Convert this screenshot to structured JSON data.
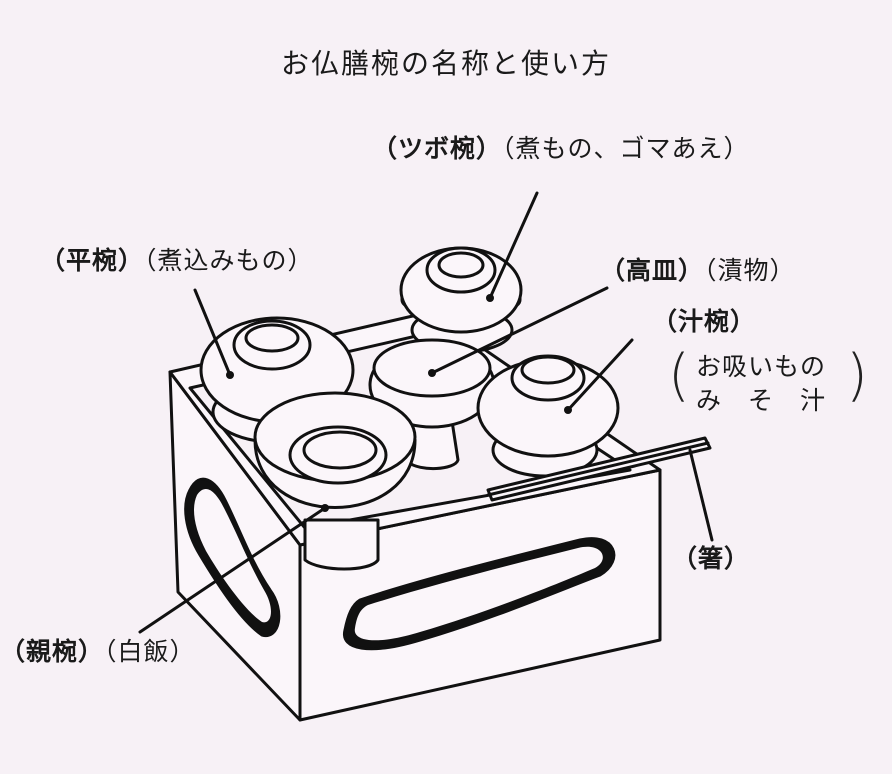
{
  "title": "お仏膳椀の名称と使い方",
  "labels": {
    "tsubo": {
      "name": "（ツボ椀）",
      "use": "（煮もの、ゴマあえ）"
    },
    "hira": {
      "name": "（平椀）",
      "use": "（煮込みもの）"
    },
    "takazara": {
      "name": "（高皿）",
      "use": "（漬物）"
    },
    "shiru": {
      "name": "（汁椀）",
      "use_line1": "お吸いもの",
      "use_line2": "み　そ　汁"
    },
    "hashi": {
      "name": "（箸）"
    },
    "oya": {
      "name": "（親椀）",
      "use": "（白飯）"
    }
  }
}
